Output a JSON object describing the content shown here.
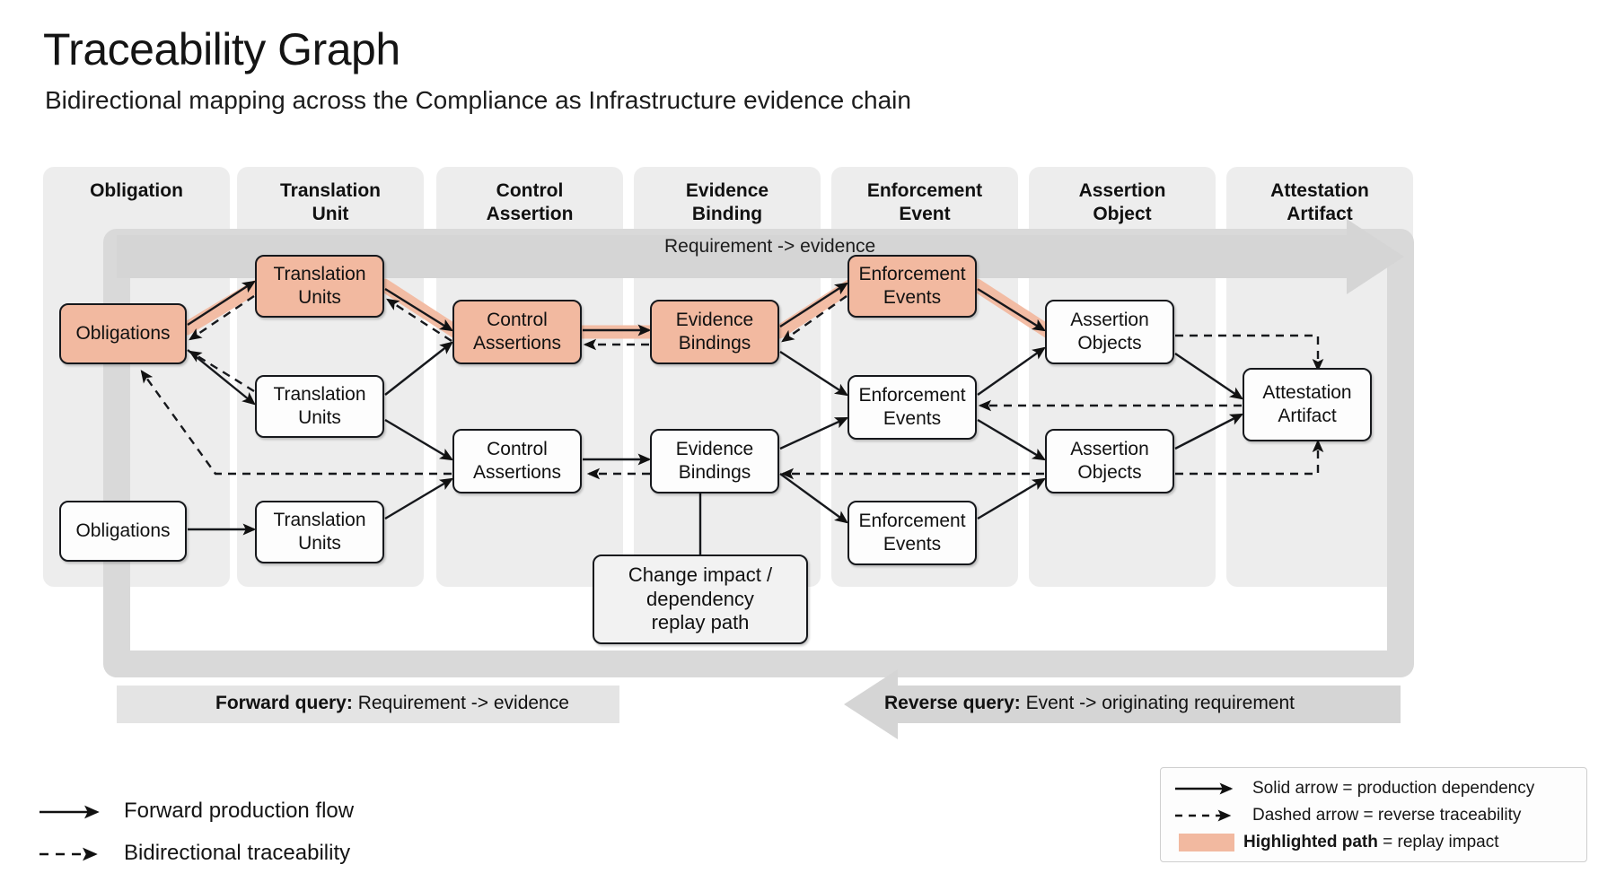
{
  "header": {
    "title": "Traceability Graph",
    "subtitle": "Bidirectional mapping across the Compliance as Infrastructure evidence chain"
  },
  "colors": {
    "highlight": "#f2b9a0",
    "lane_bg": "#ededed",
    "band_bg": "#d5d5d5",
    "node_border": "#16181c",
    "page_bg": "#ffffff"
  },
  "lanes": [
    {
      "id": "obligation",
      "label": "Obligation"
    },
    {
      "id": "translation",
      "label": "Translation\nUnit"
    },
    {
      "id": "control",
      "label": "Control\nAssertion"
    },
    {
      "id": "evidence",
      "label": "Evidence\nBinding"
    },
    {
      "id": "enforcement",
      "label": "Enforcement\nEvent"
    },
    {
      "id": "assertion",
      "label": "Assertion\nObject"
    },
    {
      "id": "attestation",
      "label": "Attestation\nArtifact"
    }
  ],
  "bands": {
    "forward_top": {
      "label": "Requirement -> evidence",
      "direction": "right"
    },
    "forward_bottom": {
      "label_bold": "Forward query:",
      "label_rest": " Requirement -> evidence",
      "direction": "right"
    },
    "reverse_bottom": {
      "label_bold": "Reverse query:",
      "label_rest": " Event -> originating requirement",
      "direction": "left"
    }
  },
  "nodes": [
    {
      "id": "n-obl-1",
      "lane": "obligation",
      "label": "Obligations",
      "highlighted": true
    },
    {
      "id": "n-obl-2",
      "lane": "obligation",
      "label": "Obligations",
      "highlighted": false
    },
    {
      "id": "n-tu-1",
      "lane": "translation",
      "label": "Translation\nUnits",
      "highlighted": true
    },
    {
      "id": "n-tu-2",
      "lane": "translation",
      "label": "Translation\nUnits",
      "highlighted": false
    },
    {
      "id": "n-tu-3",
      "lane": "translation",
      "label": "Translation\nUnits",
      "highlighted": false
    },
    {
      "id": "n-ca-1",
      "lane": "control",
      "label": "Control\nAssertions",
      "highlighted": true
    },
    {
      "id": "n-ca-2",
      "lane": "control",
      "label": "Control\nAssertions",
      "highlighted": false
    },
    {
      "id": "n-eb-1",
      "lane": "evidence",
      "label": "Evidence\nBindings",
      "highlighted": true
    },
    {
      "id": "n-eb-2",
      "lane": "evidence",
      "label": "Evidence\nBindings",
      "highlighted": false
    },
    {
      "id": "n-ee-1",
      "lane": "enforcement",
      "label": "Enforcement\nEvents",
      "highlighted": true
    },
    {
      "id": "n-ee-2",
      "lane": "enforcement",
      "label": "Enforcement\nEvents",
      "highlighted": false
    },
    {
      "id": "n-ee-3",
      "lane": "enforcement",
      "label": "Enforcement\nEvents",
      "highlighted": false
    },
    {
      "id": "n-ao-1",
      "lane": "assertion",
      "label": "Assertion\nObjects",
      "highlighted": false
    },
    {
      "id": "n-ao-2",
      "lane": "assertion",
      "label": "Assertion\nObjects",
      "highlighted": false
    },
    {
      "id": "n-at-1",
      "lane": "attestation",
      "label": "Attestation\nArtifact",
      "highlighted": false
    },
    {
      "id": "n-change",
      "lane": "none",
      "label": "Change impact /\ndependency\nreplay path",
      "highlighted": false
    }
  ],
  "legend_left": [
    {
      "style": "solid",
      "label": "Forward production flow"
    },
    {
      "style": "dashed",
      "label": "Bidirectional traceability"
    }
  ],
  "legend_box": [
    {
      "style": "solid",
      "bold": "",
      "label": "Solid arrow = production dependency"
    },
    {
      "style": "dashed",
      "bold": "",
      "label": "Dashed arrow = reverse traceability"
    },
    {
      "style": "swatch",
      "bold": "Highlighted path",
      "label": " = replay impact"
    }
  ]
}
